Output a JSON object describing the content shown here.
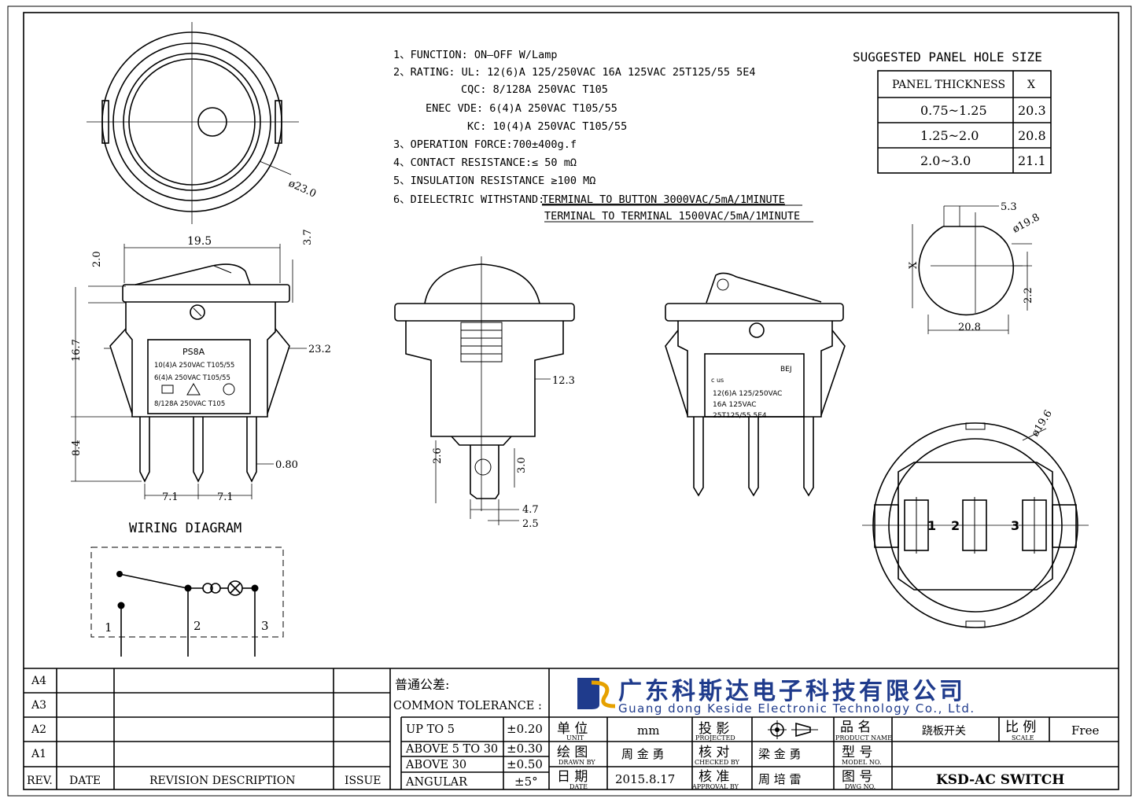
{
  "specs": {
    "l1": "1、FUNCTION:  ON–OFF  W/Lamp",
    "l2": "2、RATING:    UL:  12(6)A  125/250VAC  16A  125VAC    25T125/55    5E4",
    "l3": "CQC:  8/128A  250VAC  T105",
    "l4": "ENEC VDE:  6(4)A  250VAC  T105/55",
    "l5": "KC:  10(4)A  250VAC  T105/55",
    "l6": "3、OPERATION  FORCE:700±400g.f",
    "l7": "4、CONTACT  RESISTANCE:≤  50  mΩ",
    "l8": "5、INSULATION  RESISTANCE   ≥100  MΩ",
    "l9": "6、DIELECTRIC  WITHSTAND:",
    "l9a": "TERMINAL  TO  BUTTON  3000VAC/5mA/1MINUTE",
    "l10": "TERMINAL  TO  TERMINAL  1500VAC/5mA/1MINUTE"
  },
  "panel_hole": {
    "title": "SUGGESTED  PANEL  HOLE  SIZE",
    "headers": [
      "PANEL THICKNESS",
      "X"
    ],
    "rows": [
      [
        "0.75~1.25",
        "20.3"
      ],
      [
        "1.25~2.0",
        "20.8"
      ],
      [
        "2.0~3.0",
        "21.1"
      ]
    ]
  },
  "dims": {
    "d23": "ø23.0",
    "w195": "19.5",
    "h37": "3.7",
    "h20": "2.0",
    "h167": "16.7",
    "w232": "23.2",
    "h84": "8.4",
    "p080": "0.80",
    "p71a": "7.1",
    "p71b": "7.1",
    "s123": "12.3",
    "s26": "2.6",
    "s30": "3.0",
    "s47": "4.7",
    "s25": "2.5",
    "h53": "5.3",
    "h198": "ø19.8",
    "hX": "X",
    "h22": "2.2",
    "h208": "20.8",
    "b196": "ø19.6"
  },
  "labels": {
    "front": {
      "model": "PS8A",
      "l1": "10(4)A 250VAC  T105/55",
      "l2": "6(4)A 250VAC   T105/55",
      "l3": "8/128A 250VAC  T105"
    },
    "side": {
      "code": "BEJ",
      "ul": "c  us",
      "l1": "12(6)A  125/250VAC",
      "l2": "16A  125VAC",
      "l3": "25T125/55  5E4"
    },
    "bottom_terms": [
      "1",
      "2",
      "3"
    ]
  },
  "wiring": {
    "title": "WIRING  DIAGRAM",
    "t1": "1",
    "t2": "2",
    "t3": "3"
  },
  "title_block": {
    "rev_rows": [
      "A4",
      "A3",
      "A2",
      "A1"
    ],
    "rev_head": [
      "REV.",
      "DATE",
      "REVISION  DESCRIPTION",
      "ISSUE"
    ],
    "tol_cn": "普通公差:",
    "tol_en": "COMMON TOLERANCE :",
    "tol_rows": [
      [
        "UP TO 5",
        "±0.20"
      ],
      [
        "ABOVE 5 TO 30",
        "±0.30"
      ],
      [
        "ABOVE 30",
        "±0.50"
      ],
      [
        "ANGULAR",
        "±5°"
      ]
    ],
    "company_cn": "广东科斯达电子科技有限公司",
    "company_en": "Guang dong Keside  Electronic Technology Co., Ltd.",
    "unit_cn": "单 位",
    "unit_en": "UNIT",
    "unit_val": "mm",
    "proj_cn": "投 影",
    "proj_en": "PROJECTED",
    "pname_cn": "品 名",
    "pname_en": "PRODUCT NAME",
    "pname_val": "跷板开关",
    "scale_cn": "比 例",
    "scale_en": "SCALE",
    "scale_val": "Free",
    "drawn_cn": "绘 图",
    "drawn_en": "DRAWN BY",
    "drawn_val": "周 金 勇",
    "check_cn": "核 对",
    "check_en": "CHECKED BY",
    "check_val": "梁 金 勇",
    "model_cn": "型 号",
    "model_en": "MODEL NO.",
    "date_cn": "日 期",
    "date_en": "DATE",
    "date_val": "2015.8.17",
    "appr_cn": "核 准",
    "appr_en": "APPROVAL BY",
    "appr_val": "周 培 雷",
    "dwg_cn": "图 号",
    "dwg_en": "DWG NO.",
    "dwg_val": "KSD-AC  SWITCH"
  }
}
